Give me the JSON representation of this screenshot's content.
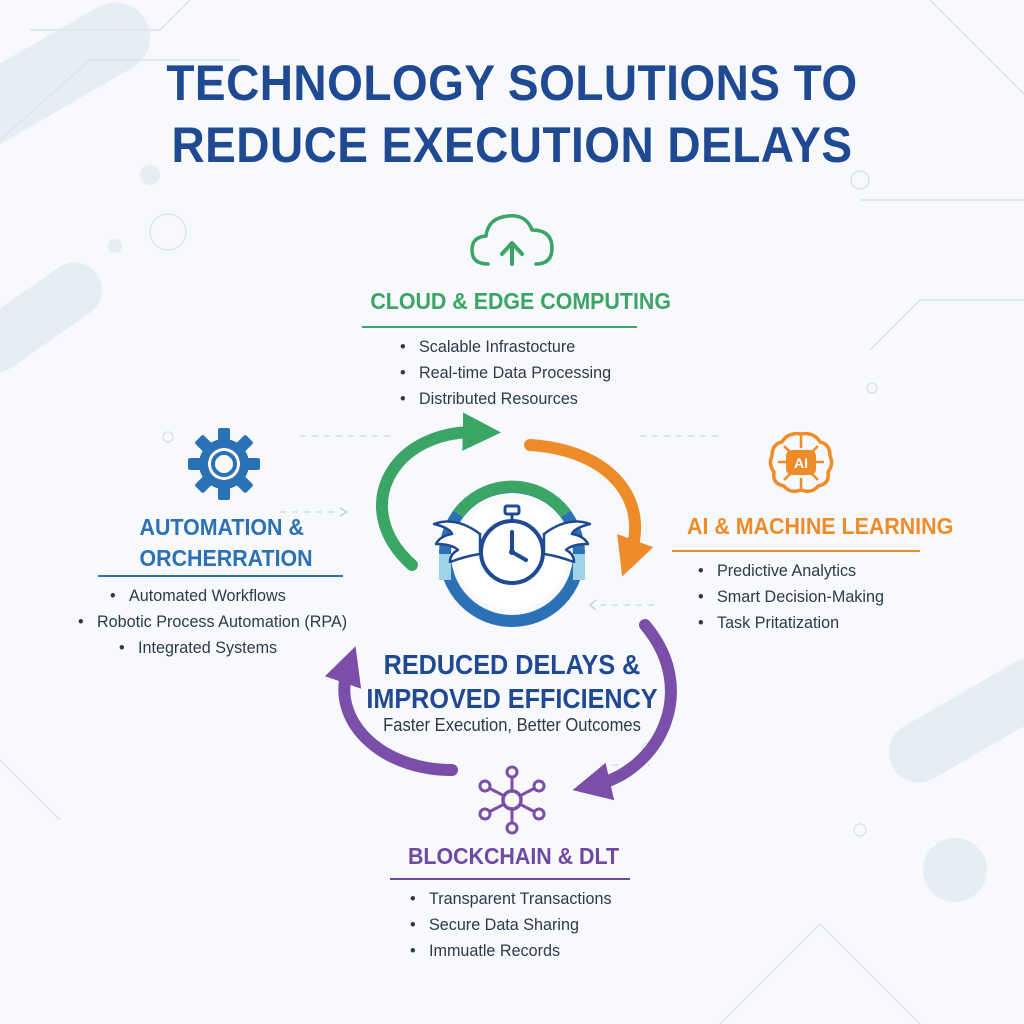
{
  "title": {
    "line1": "TECHNOLOGY SOLUTIONS TO",
    "line2": "REDUCE EXECUTION DELAYS",
    "color": "#1f4a93"
  },
  "sections": {
    "cloud": {
      "title": "CLOUD & EDGE COMPUTING",
      "icon": "cloud-upload-icon",
      "color": "#3aa565",
      "items": [
        "Scalable Infrastocture",
        "Real-time Data Processing",
        "Distributed Resources"
      ]
    },
    "automation": {
      "title_line1": "AUTOMATION &",
      "title_line2": "ORCHERRATION",
      "icon": "gear-icon",
      "color": "#2c71b5",
      "items": [
        "Automated Workflows",
        "Robotic Process Automation (RPA)",
        "Integrated Systems"
      ]
    },
    "ai": {
      "title": "AI & MACHINE LEARNING",
      "icon": "ai-brain-icon",
      "icon_text": "AI",
      "color": "#ef8c2a",
      "items": [
        "Predictive Analytics",
        "Smart Decision-Making",
        "Task Pritatization"
      ]
    },
    "blockchain": {
      "title": "BLOCKCHAIN & DLT",
      "icon": "network-nodes-icon",
      "color": "#6e4aa3",
      "items": [
        "Transparent Transactions",
        "Secure Data Sharing",
        "Immuatle Records"
      ]
    }
  },
  "center": {
    "title_line1": "REDUCED DELAYS &",
    "title_line2": "IMPROVED EFFICIENCY",
    "subtitle": "Faster Execution, Better Outcomes",
    "icon": "winged-stopwatch-icon"
  }
}
